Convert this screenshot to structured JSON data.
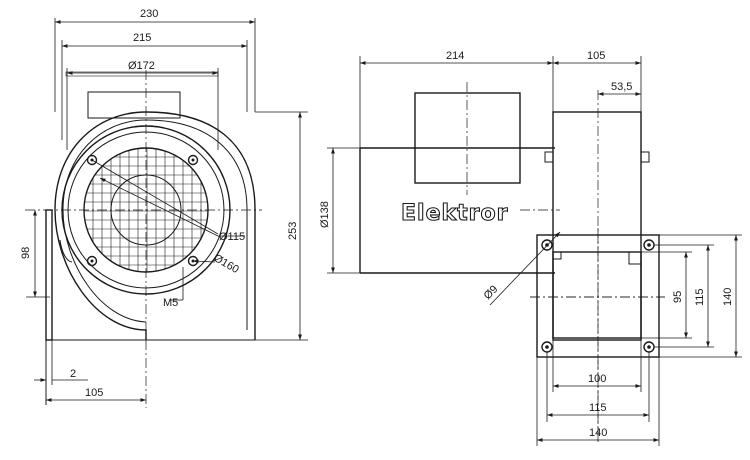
{
  "drawing": {
    "brand": "Elektror",
    "front_view": {
      "width_overall": "230",
      "width_housing": "215",
      "inlet_diameter": "Ø172",
      "height_total": "253",
      "height_axis": "98",
      "flange_thickness": "2",
      "offset_axis": "105",
      "bolt_circle": "Ø160",
      "inlet_opening": "Ø115",
      "thread": "M5"
    },
    "side_view": {
      "motor_length": "214",
      "housing_width": "105",
      "motor_offset": "53,5",
      "motor_diameter": "Ø138"
    },
    "outlet_flange": {
      "hole_diameter": "Ø9",
      "opening_height": "95",
      "bolt_spacing_v": "115",
      "flange_height": "140",
      "opening_width": "100",
      "bolt_spacing_h": "115",
      "flange_width": "140"
    }
  }
}
